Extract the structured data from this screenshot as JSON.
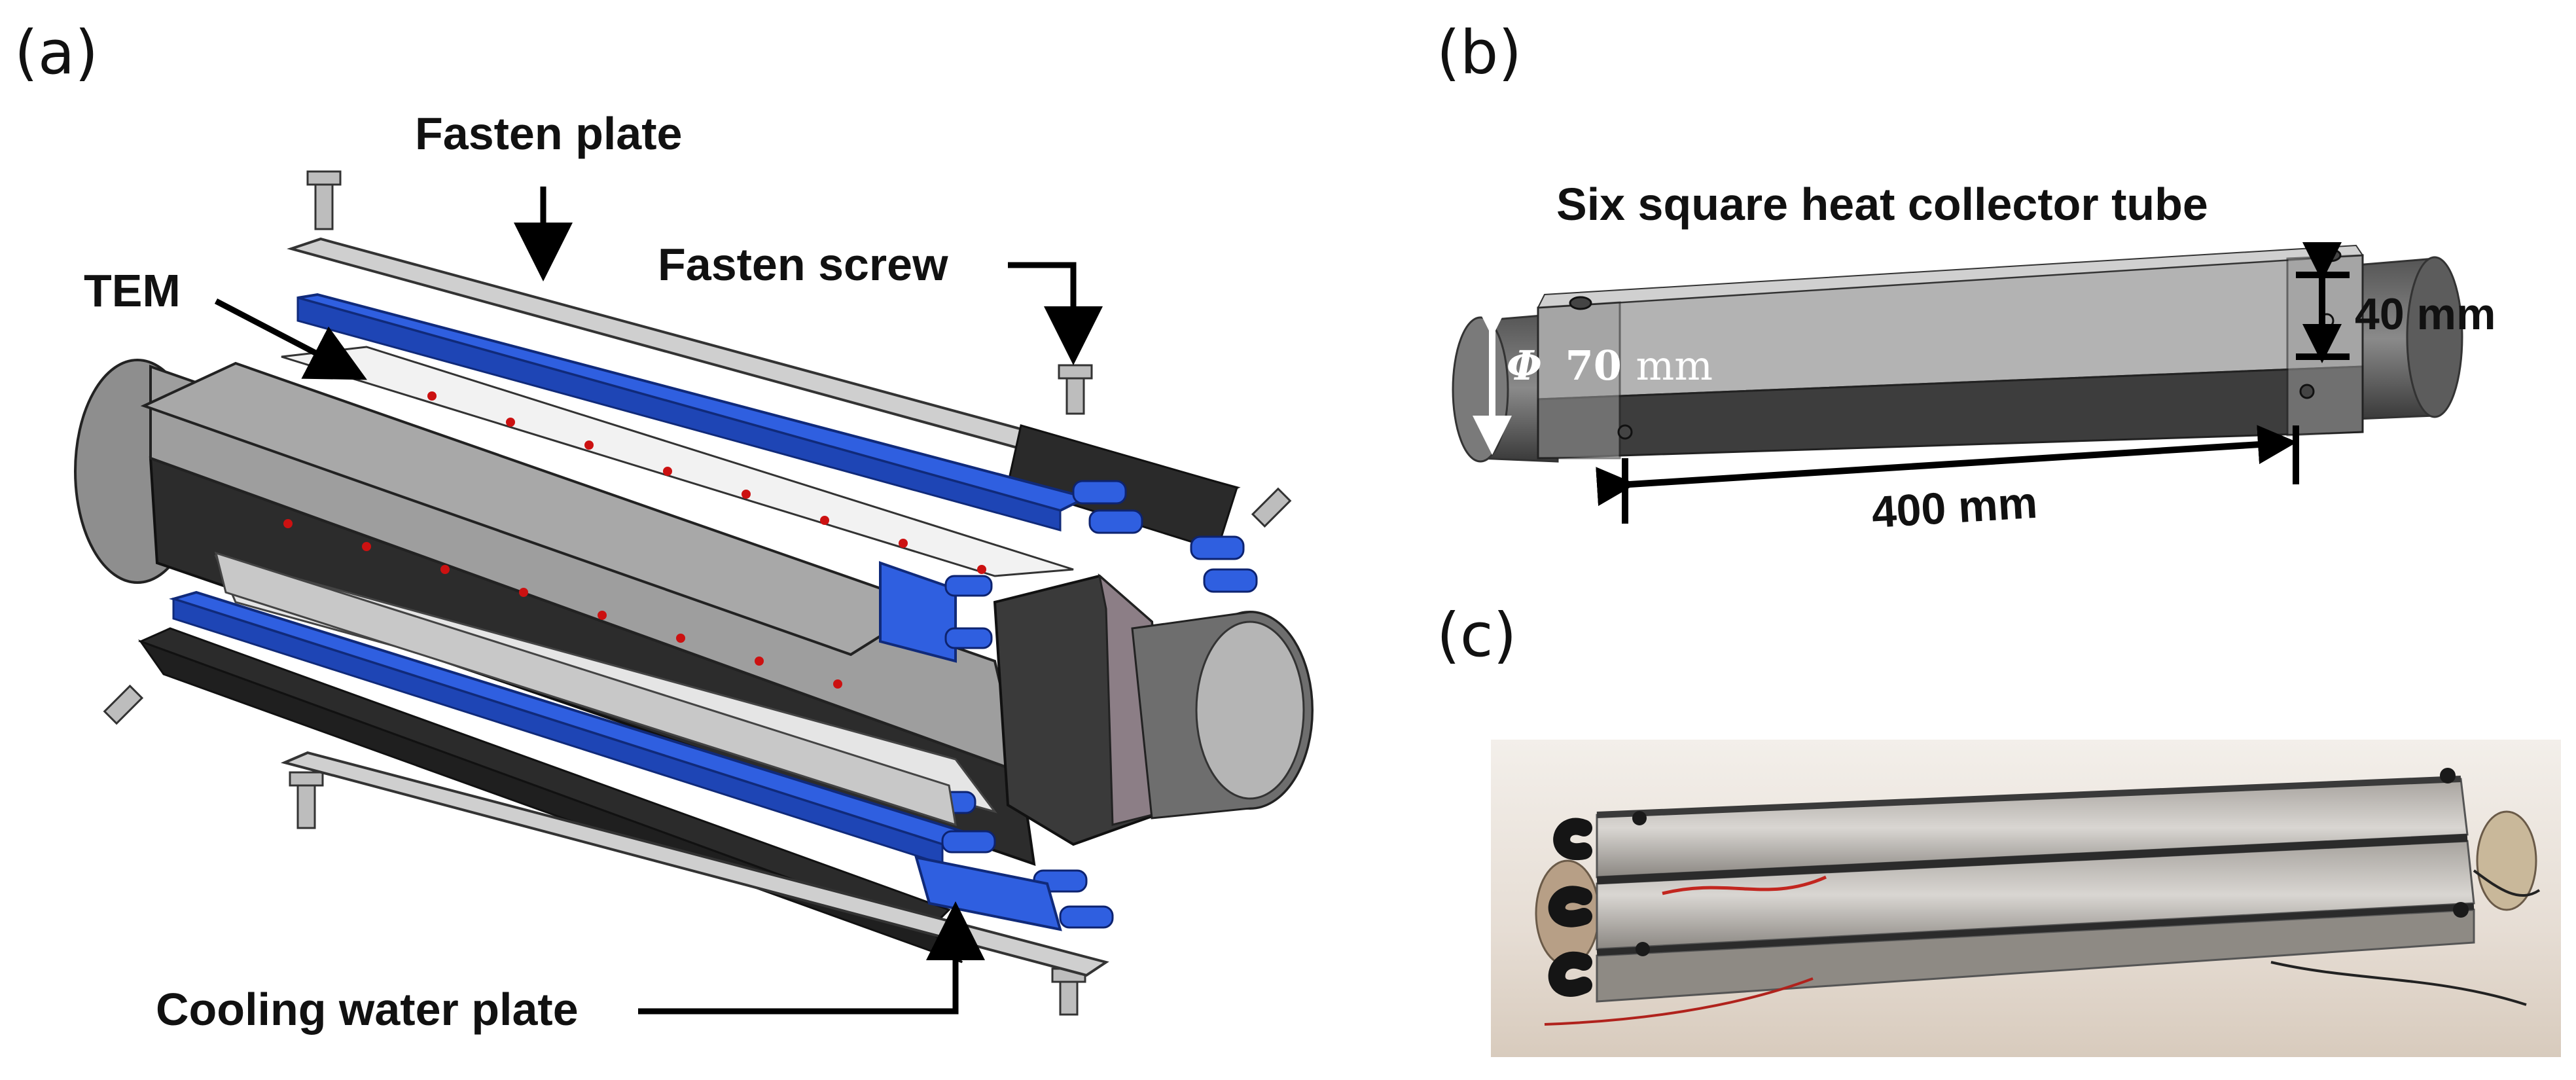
{
  "panels": {
    "a": {
      "letter": "(a)"
    },
    "b": {
      "letter": "(b)"
    },
    "c": {
      "letter": "(c)"
    }
  },
  "labels": {
    "fasten_plate": "Fasten plate",
    "fasten_screw": "Fasten screw",
    "tem": "TEM",
    "cooling_water_plate": "Cooling water plate",
    "six_square_tube": "Six square heat collector tube",
    "dim_phi_symbol": "Φ",
    "dim_phi_value": "70",
    "dim_phi_unit": "mm",
    "dim_40": "40 mm",
    "dim_400": "400 mm"
  },
  "colors": {
    "cooling_plate_blue": "#2f5fe0",
    "tube_light": "#b4b4b4",
    "tube_dark": "#3b3b3b",
    "photo_background": "#efe8e2"
  }
}
